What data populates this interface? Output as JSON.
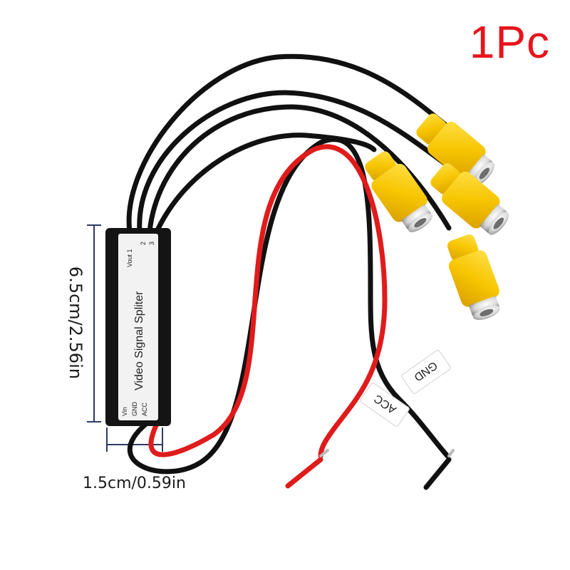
{
  "quantity_label": "1Pc",
  "dimensions": {
    "length": "6.5cm/2.56in",
    "width": "1.5cm/0.59in"
  },
  "device": {
    "title": "Video Signal Spliter",
    "output_label": "Vout 1",
    "output_2": "2",
    "output_3": "3",
    "input_labels": [
      "Vin",
      "GND",
      "ACC"
    ]
  },
  "wire_tags": {
    "acc": "ACC",
    "gnd": "GND"
  },
  "colors": {
    "quantity_text": "#e8141b",
    "connector_yellow": "#f7c500",
    "wire_red": "#e01b1b",
    "wire_black": "#111111",
    "dimension_line": "#2f3a66"
  }
}
